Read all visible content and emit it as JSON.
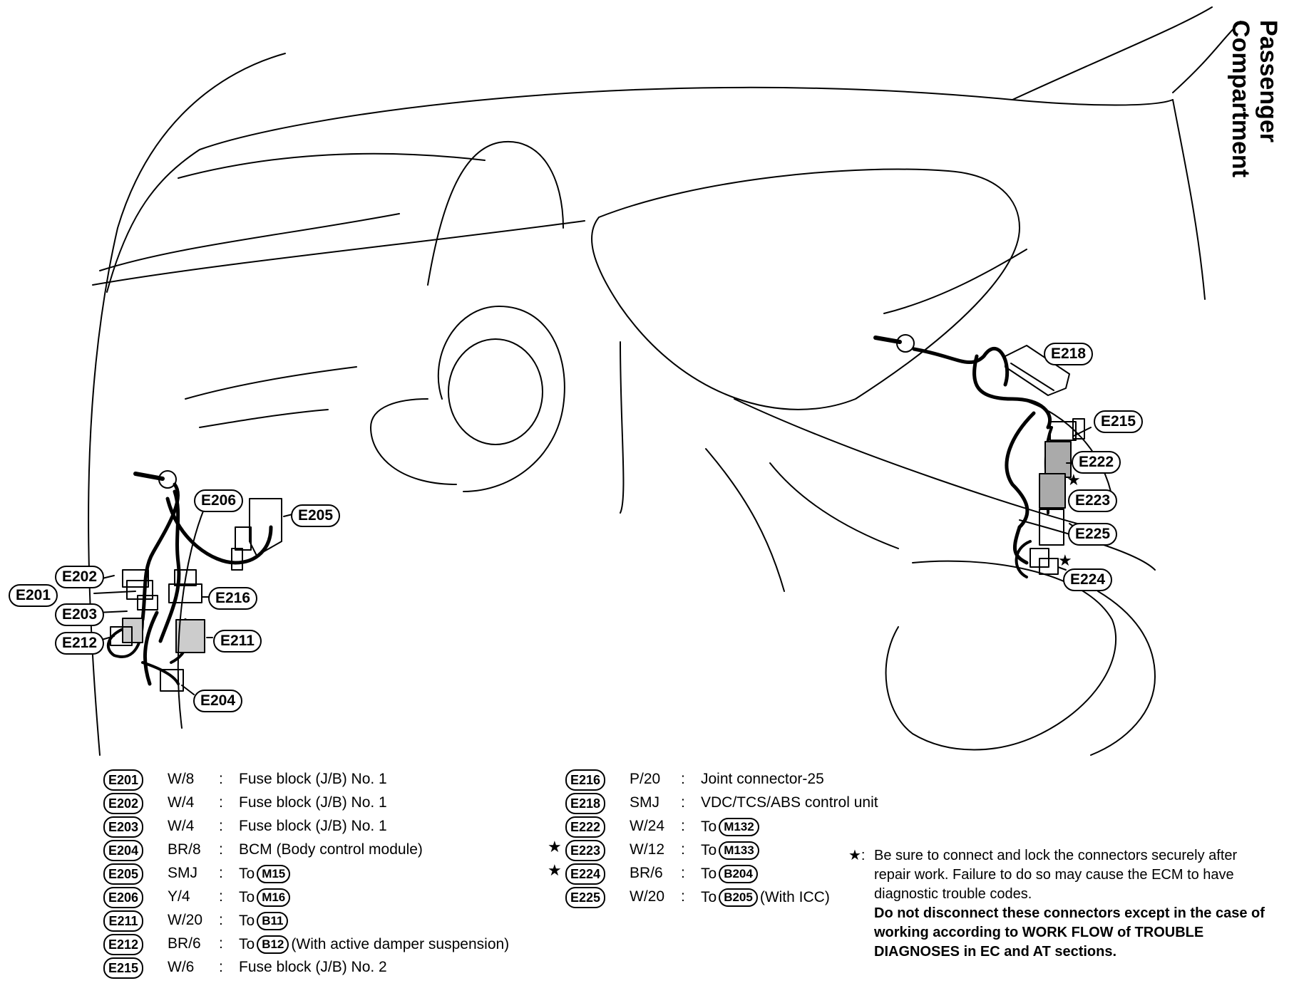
{
  "title": "Passenger Compartment",
  "diagram_tags": [
    "E201",
    "E202",
    "E203",
    "E204",
    "E205",
    "E206",
    "E211",
    "E212",
    "E215",
    "E216",
    "E218",
    "E222",
    "E223",
    "E224",
    "E225"
  ],
  "legend_left": [
    {
      "id": "E201",
      "wire": "W/8",
      "desc": "Fuse block (J/B) No. 1"
    },
    {
      "id": "E202",
      "wire": "W/4",
      "desc": "Fuse block (J/B) No. 1"
    },
    {
      "id": "E203",
      "wire": "W/4",
      "desc": "Fuse block (J/B) No. 1"
    },
    {
      "id": "E204",
      "wire": "BR/8",
      "desc": "BCM (Body control module)"
    },
    {
      "id": "E205",
      "wire": "SMJ",
      "desc": "To",
      "ref": "M15",
      "extra": ""
    },
    {
      "id": "E206",
      "wire": "Y/4",
      "desc": "To",
      "ref": "M16",
      "extra": ""
    },
    {
      "id": "E211",
      "wire": "W/20",
      "desc": "To",
      "ref": "B11",
      "extra": ""
    },
    {
      "id": "E212",
      "wire": "BR/6",
      "desc": "To",
      "ref": "B12",
      "extra": "(With active damper suspension)"
    },
    {
      "id": "E215",
      "wire": "W/6",
      "desc": "Fuse block (J/B) No. 2"
    }
  ],
  "legend_right": [
    {
      "id": "E216",
      "wire": "P/20",
      "desc": "Joint connector-25",
      "star": false
    },
    {
      "id": "E218",
      "wire": "SMJ",
      "desc": "VDC/TCS/ABS control unit",
      "star": false
    },
    {
      "id": "E222",
      "wire": "W/24",
      "desc": "To",
      "ref": "M132",
      "extra": "",
      "star": false
    },
    {
      "id": "E223",
      "wire": "W/12",
      "desc": "To",
      "ref": "M133",
      "extra": "",
      "star": true
    },
    {
      "id": "E224",
      "wire": "BR/6",
      "desc": "To",
      "ref": "B204",
      "extra": "",
      "star": true
    },
    {
      "id": "E225",
      "wire": "W/20",
      "desc": "To",
      "ref": "B205",
      "extra": "(With ICC)",
      "star": false
    }
  ],
  "colon": ":",
  "star_symbol": "★",
  "note": {
    "marker": "★:",
    "text": "Be sure to connect and lock the connectors securely after repair work. Failure to do so may cause the ECM to have diagnostic trouble codes.",
    "bold_text": "Do not disconnect these connectors except in the case of working according to WORK FLOW of TROUBLE DIAGNOSES in EC and AT sections."
  }
}
